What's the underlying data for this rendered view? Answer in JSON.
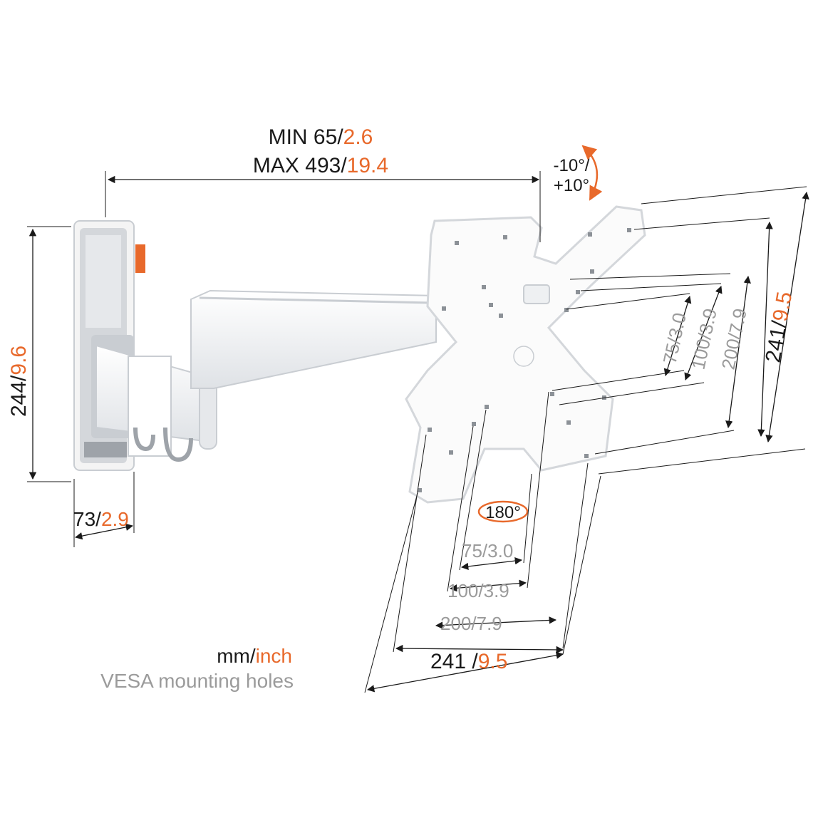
{
  "dimensions": {
    "arm_length": {
      "min_label": "MIN 65",
      "min_inch": "2.6",
      "max_label": "MAX 493",
      "max_inch": "19.4",
      "separator": "/"
    },
    "tilt": {
      "line1": "-10°/",
      "line2": "+10°"
    },
    "plate_height": {
      "mm": "244",
      "inch": "9.6",
      "separator": "/"
    },
    "plate_depth": {
      "mm": "73",
      "inch": "2.9",
      "separator": "/"
    },
    "rotation": {
      "label": "180°"
    },
    "vesa_vertical": [
      {
        "mm": "75",
        "inch": "3.0"
      },
      {
        "mm": "100",
        "inch": "3.9"
      },
      {
        "mm": "200",
        "inch": "7.9"
      }
    ],
    "vesa_vertical_max": {
      "mm": "241",
      "inch": "9.5"
    },
    "vesa_horizontal": [
      {
        "mm": "75",
        "inch": "3.0"
      },
      {
        "mm": "100",
        "inch": "3.9"
      },
      {
        "mm": "200",
        "inch": "7.9"
      }
    ],
    "vesa_horizontal_max": {
      "mm": "241",
      "inch": "9.5"
    }
  },
  "legend": {
    "units_mm": "mm",
    "units_sep": "/",
    "units_inch": "inch",
    "vesa_note": "VESA mounting holes"
  },
  "colors": {
    "text_dark": "#1a1a1a",
    "accent_orange": "#e8692b",
    "vesa_gray": "#9b9b9b",
    "bracket_white": "#f4f4f4",
    "bracket_shadow": "#c9cdd2"
  },
  "icons": {
    "wall_plate": "wall-plate-icon",
    "swivel_arm": "swivel-arm-icon",
    "tv_plate": "vesa-plate-icon"
  }
}
